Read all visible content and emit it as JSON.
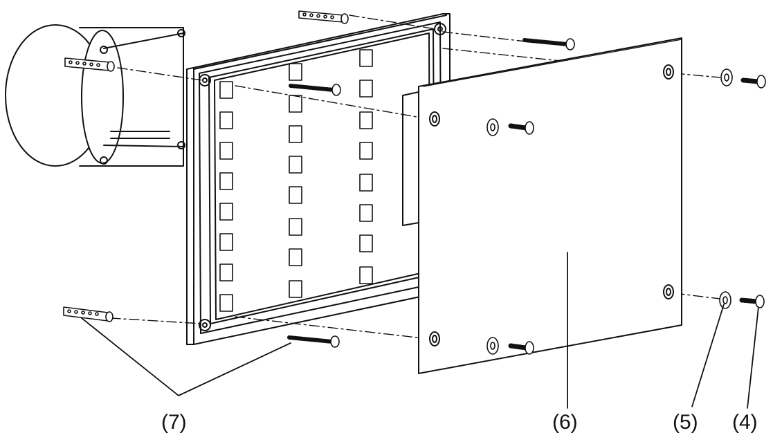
{
  "colors": {
    "stroke": "#111111",
    "fill": "#ffffff",
    "grey": "#e6e6e6"
  },
  "labels": {
    "item7": "(7)",
    "item6": "(6)",
    "item5": "(5)",
    "item4": "(4)"
  }
}
